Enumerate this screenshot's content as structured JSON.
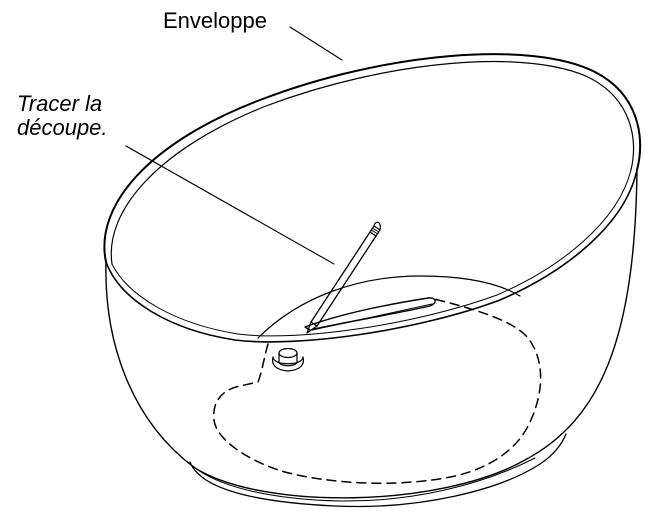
{
  "labels": {
    "envelope": "Enveloppe",
    "trace_line1": "Tracer la",
    "trace_line2": "découpe."
  },
  "colors": {
    "stroke": "#000000",
    "background": "#ffffff"
  },
  "icons": {
    "bathtub": "bathtub-shell-drawing",
    "pencil": "pencil-icon",
    "drain": "drain-icon"
  }
}
